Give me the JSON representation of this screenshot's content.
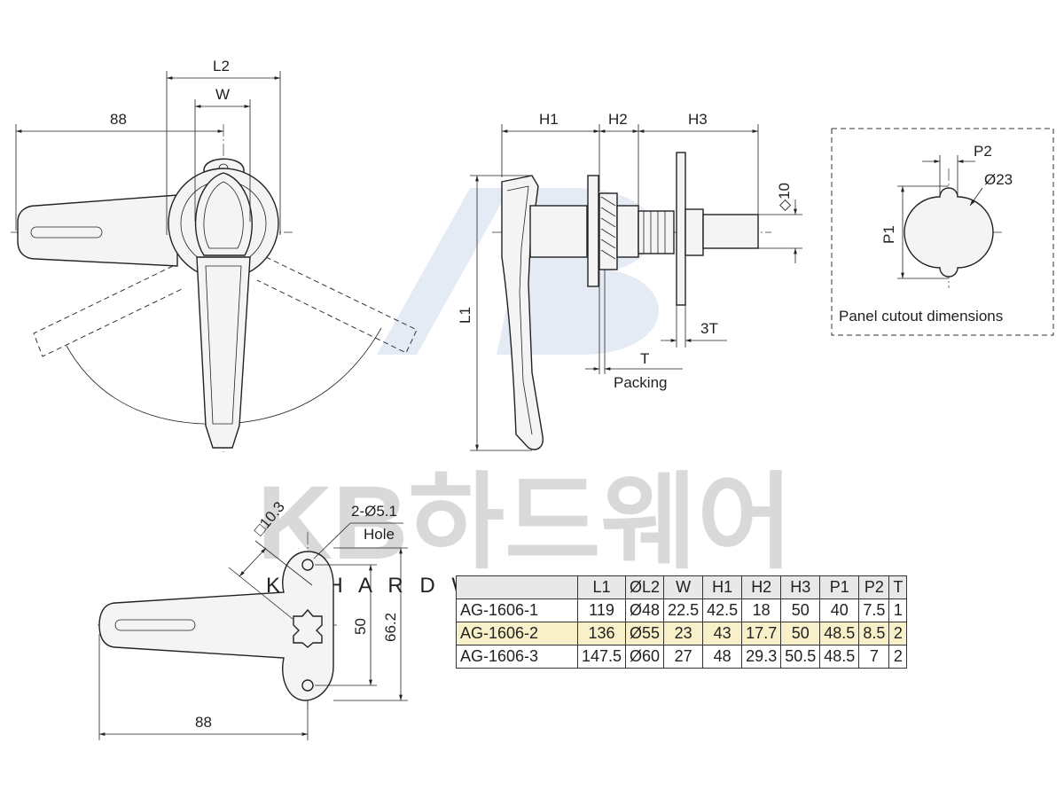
{
  "watermark": {
    "brand": "KB하드웨어",
    "sub": "K B H A R D W A R E"
  },
  "top_left_view": {
    "dim_L2": "L2",
    "dim_W": "W",
    "dim_88": "88"
  },
  "side_view": {
    "dim_H1": "H1",
    "dim_H2": "H2",
    "dim_H3": "H3",
    "dim_L1": "L1",
    "dim_square": "◇10",
    "dim_3T": "3T",
    "dim_T": "T",
    "packing": "Packing"
  },
  "cutout": {
    "caption": "Panel cutout dimensions",
    "dim_P2": "P2",
    "dim_P1": "P1",
    "dim_dia": "Ø23"
  },
  "bottom_view": {
    "dim_square": "□10.3",
    "hole_spec": "2-Ø5.1",
    "hole_label": "Hole",
    "dim_50": "50",
    "dim_66_2": "66.2",
    "dim_88": "88"
  },
  "table": {
    "headers": [
      "",
      "L1",
      "ØL2",
      "W",
      "H1",
      "H2",
      "H3",
      "P1",
      "P2",
      "T"
    ],
    "rows": [
      [
        "AG-1606-1",
        "119",
        "Ø48",
        "22.5",
        "42.5",
        "18",
        "50",
        "40",
        "7.5",
        "1"
      ],
      [
        "AG-1606-2",
        "136",
        "Ø55",
        "23",
        "43",
        "17.7",
        "50",
        "48.5",
        "8.5",
        "2"
      ],
      [
        "AG-1606-3",
        "147.5",
        "Ø60",
        "27",
        "48",
        "29.3",
        "50.5",
        "48.5",
        "7",
        "2"
      ]
    ],
    "highlight_row_color": "#f7f0c8"
  }
}
